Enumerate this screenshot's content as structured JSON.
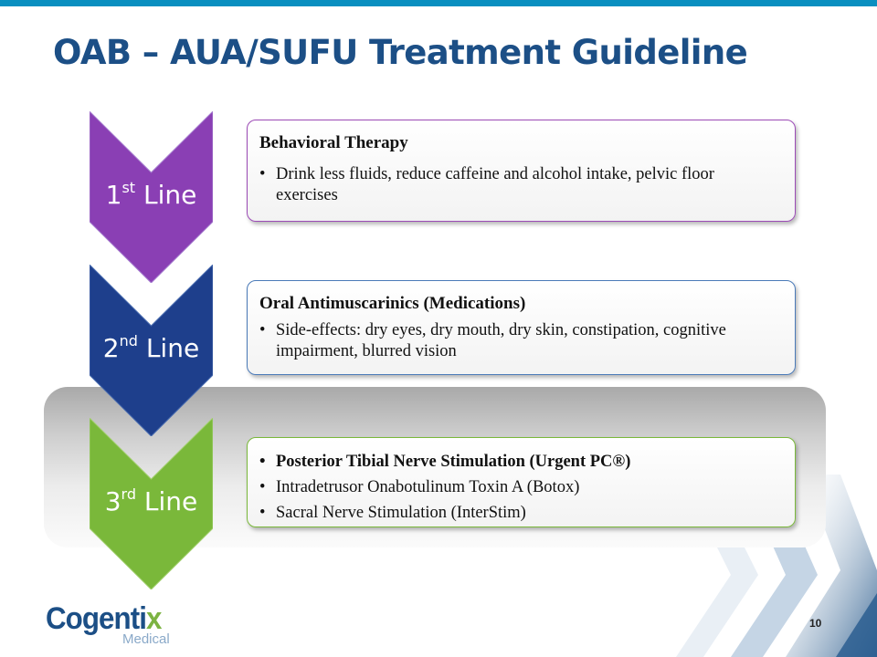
{
  "slide": {
    "title": "OAB – AUA/SUFU Treatment Guideline",
    "page_number": "10"
  },
  "steps": [
    {
      "label_num": "1",
      "label_sup": "st",
      "label_word": "Line",
      "color": "#8a3fb4",
      "card_title": "Behavioral Therapy",
      "bullets": [
        "Drink less fluids, reduce caffeine and alcohol intake, pelvic floor exercises"
      ]
    },
    {
      "label_num": "2",
      "label_sup": "nd",
      "label_word": "Line",
      "color": "#1e3f8c",
      "card_title": "Oral Antimuscarinics (Medications)",
      "bullets": [
        "Side-effects: dry eyes, dry mouth, dry skin, constipation, cognitive impairment, blurred vision"
      ]
    },
    {
      "label_num": "3",
      "label_sup": "rd",
      "label_word": "Line",
      "color": "#7ab83a",
      "bullets": [
        "Posterior Tibial Nerve Stimulation (Urgent PC®)",
        "Intradetrusor Onabotulinum Toxin A  (Botox)",
        "Sacral Nerve Stimulation  (InterStim)"
      ]
    }
  ],
  "logo": {
    "name_main": "Cogenti",
    "name_accent": "x",
    "subtitle": "Medical",
    "accent_color": "#7cb342"
  },
  "colors": {
    "title": "#1c4f86",
    "top_bar": "#0a8fc0"
  }
}
